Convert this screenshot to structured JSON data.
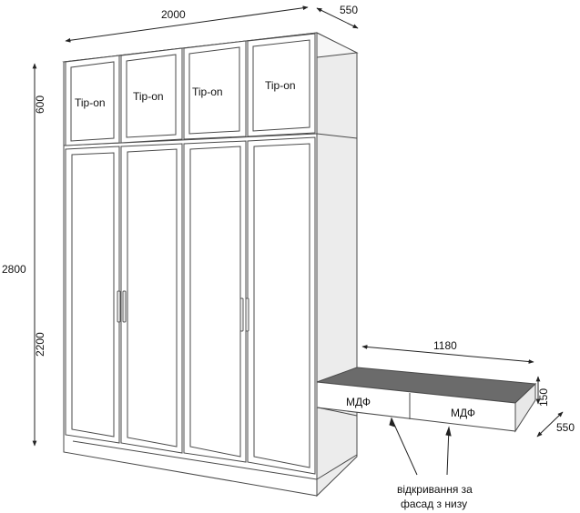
{
  "dimensions": {
    "width_total": "2000",
    "depth_top": "550",
    "height_total": "2800",
    "height_upper": "600",
    "height_lower": "2200",
    "desk_length": "1180",
    "desk_height": "150",
    "desk_depth": "550"
  },
  "labels": {
    "tip_on_1": "Tip-on",
    "tip_on_2": "Tip-on",
    "tip_on_3": "Tip-on",
    "tip_on_4": "Tip-on",
    "drawer_1": "МДФ",
    "drawer_2": "МДФ",
    "note_line_1": "відкривання за",
    "note_line_2": "фасад з низу"
  },
  "colors": {
    "line": "#4a4a4a",
    "side_panel": "#ececec",
    "desk_top": "#6b6b6b",
    "front": "#ffffff"
  }
}
